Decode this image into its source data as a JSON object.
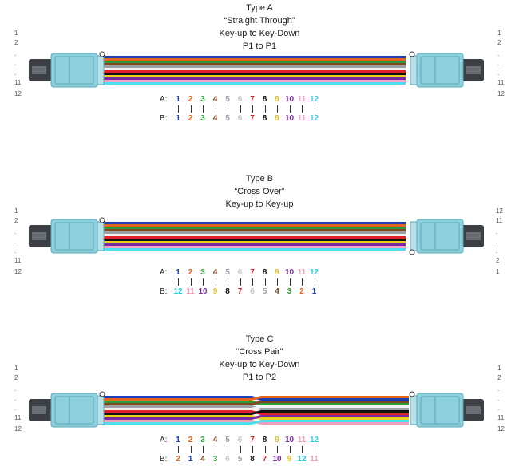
{
  "colors": {
    "fibers": [
      "#1a3db8",
      "#e8641a",
      "#2e9b3a",
      "#7a4a22",
      "#9aa0a6",
      "#f2f2f2",
      "#e0202a",
      "#111111",
      "#e6d21a",
      "#7a2aa0",
      "#f2a0c0",
      "#4fe0f0"
    ],
    "connector_body": "#8fd0dd",
    "connector_dark": "#3c4045",
    "boot": "#b8e0e8"
  },
  "fiber_number_colors": [
    "#1a3db8",
    "#e8641a",
    "#2e9b3a",
    "#7a4a22",
    "#9aa0a6",
    "#c8c8c8",
    "#e0202a",
    "#111111",
    "#e0c020",
    "#7a2aa0",
    "#f2a0c0",
    "#2ad0e8"
  ],
  "panels": [
    {
      "id": "type-a",
      "title_lines": [
        "Type A",
        "“Straight Through”",
        "Key-up to Key-Down",
        "P1 to P1"
      ],
      "left_pins": [
        "1",
        "2",
        ".",
        ".",
        ".",
        "11",
        "12"
      ],
      "right_pins": [
        "1",
        "2",
        ".",
        ".",
        ".",
        "11",
        "12"
      ],
      "map_label_a": "A:",
      "map_label_b": "B:",
      "a_seq": [
        "1",
        "2",
        "3",
        "4",
        "5",
        "6",
        "7",
        "8",
        "9",
        "10",
        "11",
        "12"
      ],
      "b_seq": [
        "1",
        "2",
        "3",
        "4",
        "5",
        "6",
        "7",
        "8",
        "9",
        "10",
        "11",
        "12"
      ],
      "b_order": [
        0,
        1,
        2,
        3,
        4,
        5,
        6,
        7,
        8,
        9,
        10,
        11
      ]
    },
    {
      "id": "type-b",
      "title_lines": [
        "Type B",
        "“Cross Over”",
        "Key-up to Key-up"
      ],
      "left_pins": [
        "1",
        "2",
        ".",
        ".",
        ".",
        "11",
        "12"
      ],
      "right_pins": [
        "12",
        "11",
        ".",
        ".",
        ".",
        "2",
        "1"
      ],
      "map_label_a": "A:",
      "map_label_b": "B:",
      "a_seq": [
        "1",
        "2",
        "3",
        "4",
        "5",
        "6",
        "7",
        "8",
        "9",
        "10",
        "11",
        "12"
      ],
      "b_seq": [
        "12",
        "11",
        "10",
        "9",
        "8",
        "7",
        "6",
        "5",
        "4",
        "3",
        "2",
        "1"
      ],
      "b_order": [
        11,
        10,
        9,
        8,
        7,
        6,
        5,
        4,
        3,
        2,
        1,
        0
      ]
    },
    {
      "id": "type-c",
      "title_lines": [
        "Type C",
        "“Cross Pair”",
        "Key-up to Key-Down",
        "P1 to P2"
      ],
      "left_pins": [
        "1",
        "2",
        ".",
        ".",
        ".",
        "11",
        "12"
      ],
      "right_pins": [
        "1",
        "2",
        ".",
        ".",
        ".",
        "11",
        "12"
      ],
      "map_label_a": "A:",
      "map_label_b": "B:",
      "a_seq": [
        "1",
        "2",
        "3",
        "4",
        "5",
        "6",
        "7",
        "8",
        "9",
        "10",
        "11",
        "12"
      ],
      "b_seq": [
        "2",
        "1",
        "4",
        "3",
        "6",
        "5",
        "8",
        "7",
        "10",
        "9",
        "12",
        "11"
      ],
      "b_order": [
        1,
        0,
        3,
        2,
        5,
        4,
        7,
        6,
        9,
        8,
        11,
        10
      ]
    }
  ]
}
